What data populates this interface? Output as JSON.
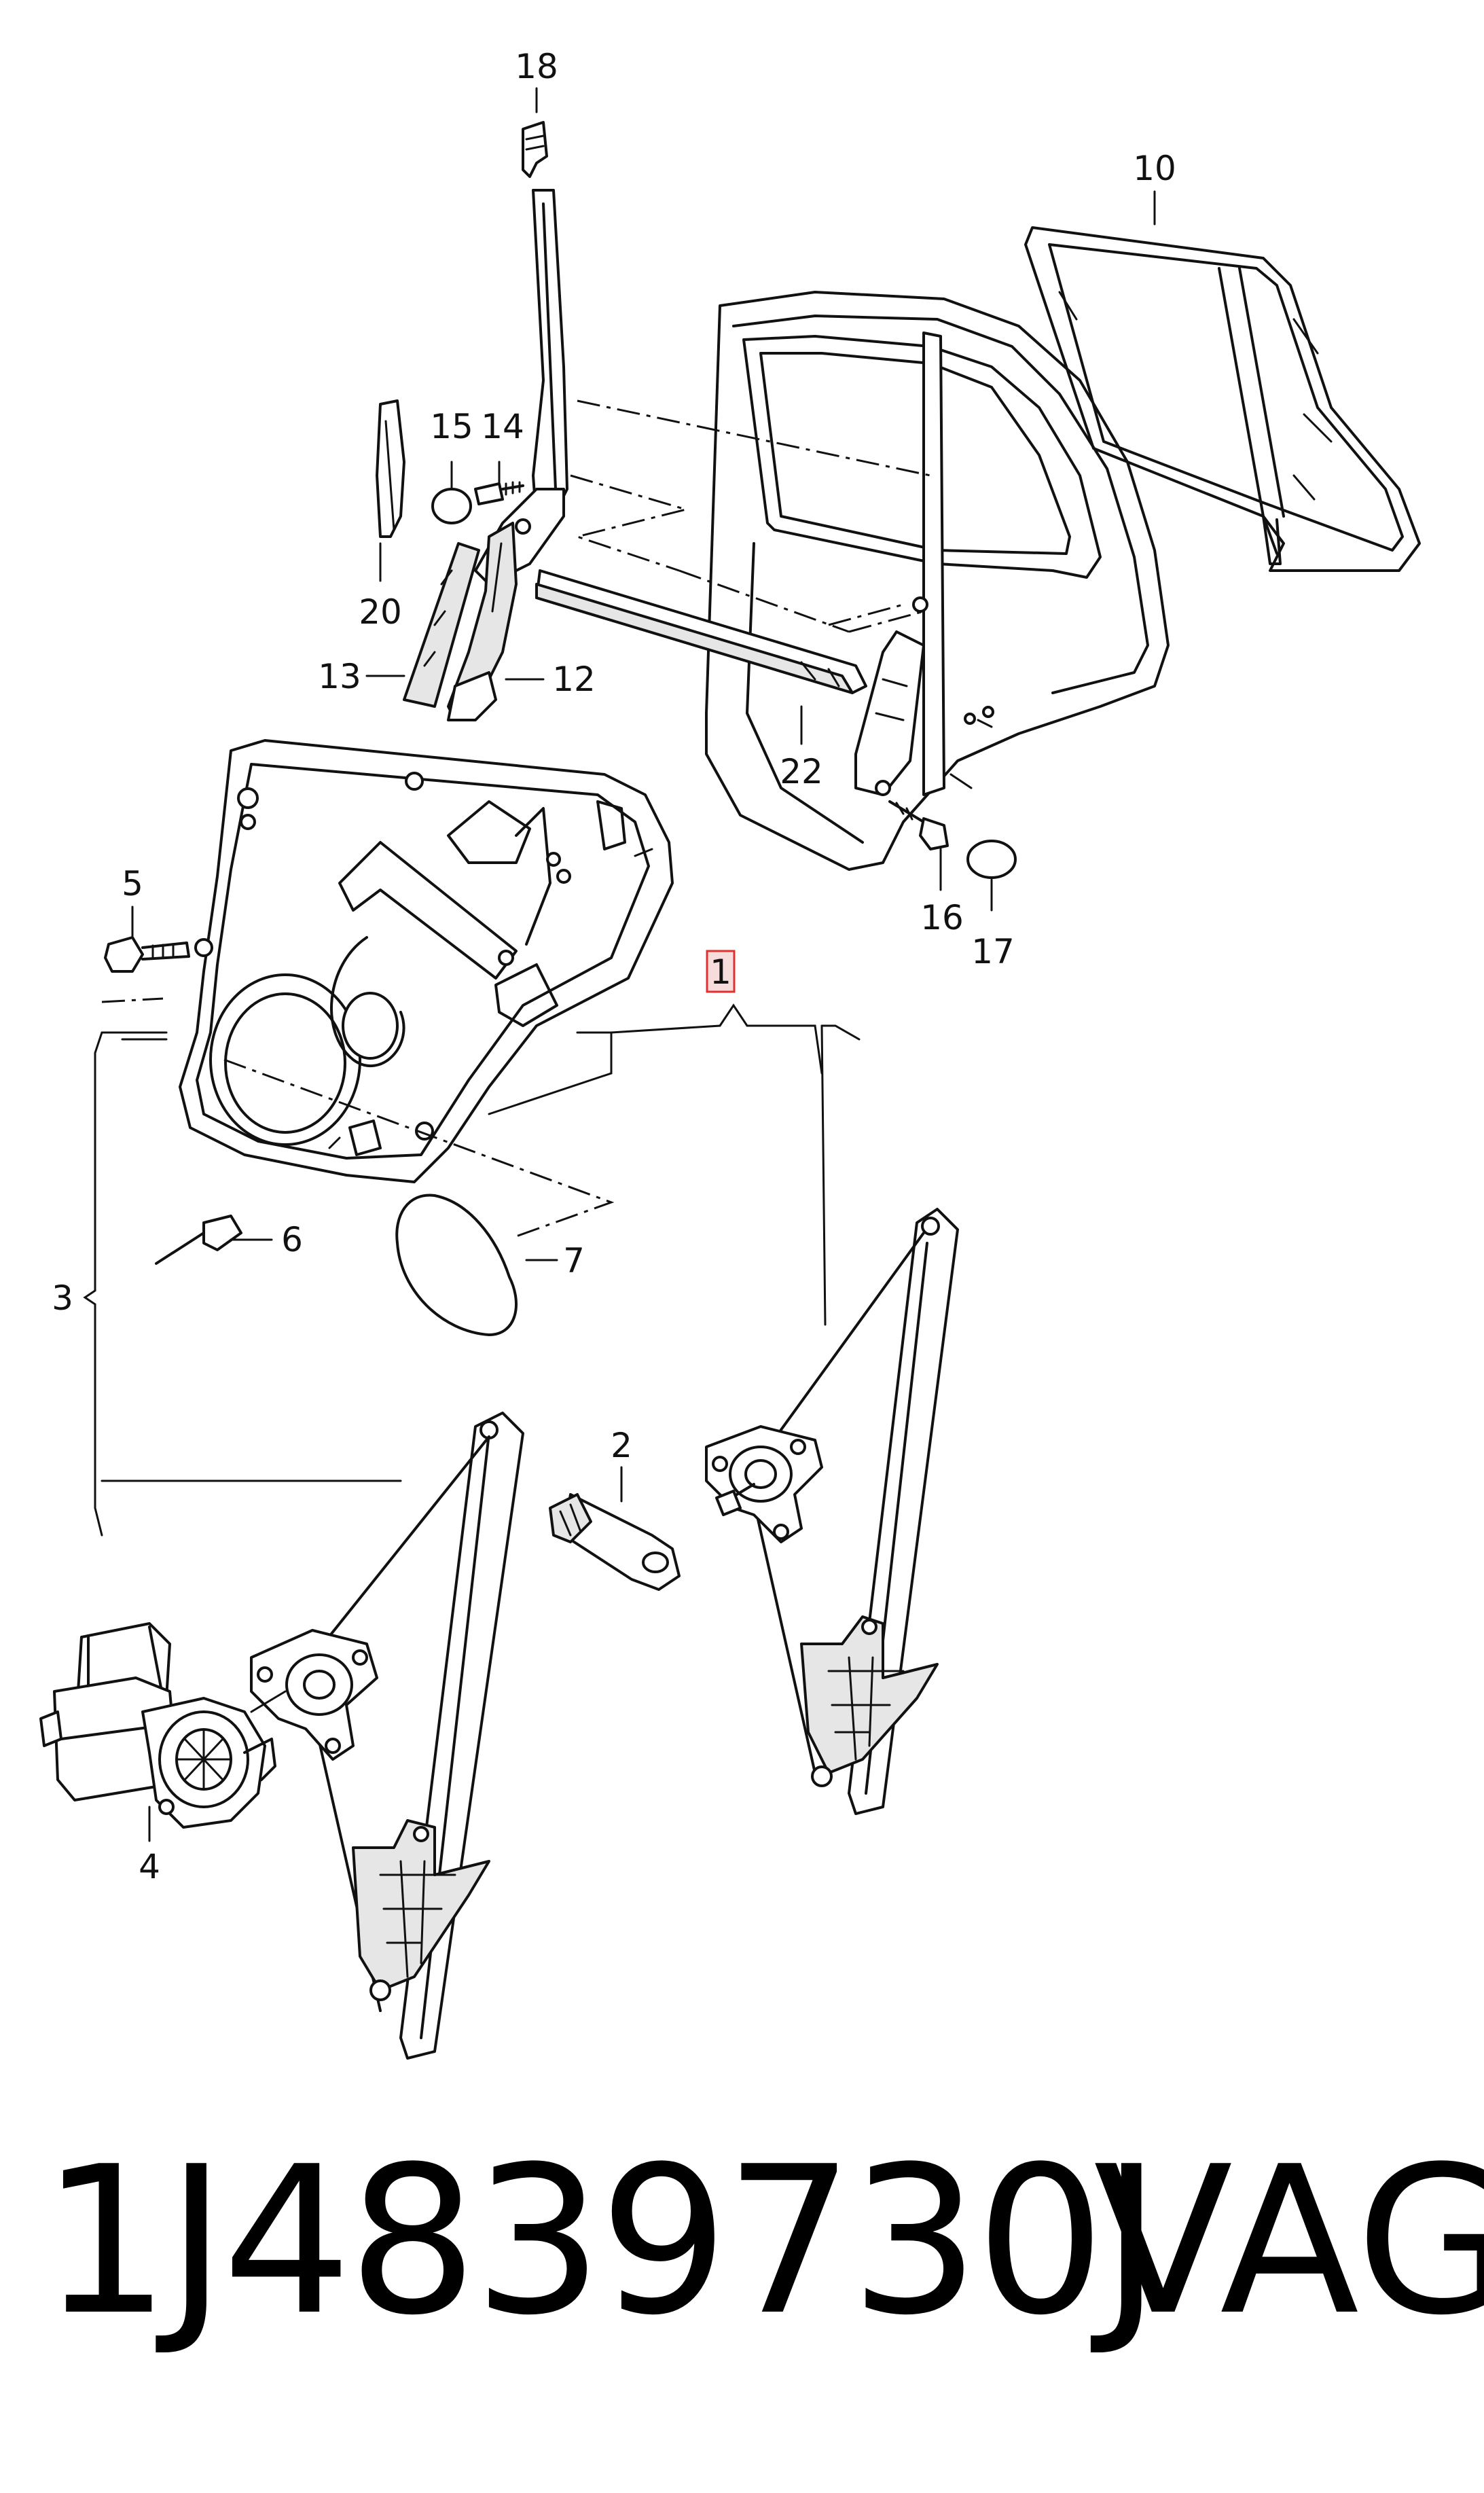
{
  "callouts": {
    "c1": "1",
    "c2": "2",
    "c3": "3",
    "c4": "4",
    "c5": "5",
    "c6": "6",
    "c7": "7",
    "c10": "10",
    "c12": "12",
    "c13": "13",
    "c14": "14",
    "c15": "15",
    "c16": "16",
    "c17": "17",
    "c18": "18",
    "c20": "20",
    "c22": "22"
  },
  "footer": {
    "part_number": "1J4839730J",
    "brand": "VAG"
  },
  "colors": {
    "line": "#111111",
    "highlight_box": "#e03030",
    "highlight_fill": "#f7dcdc"
  }
}
